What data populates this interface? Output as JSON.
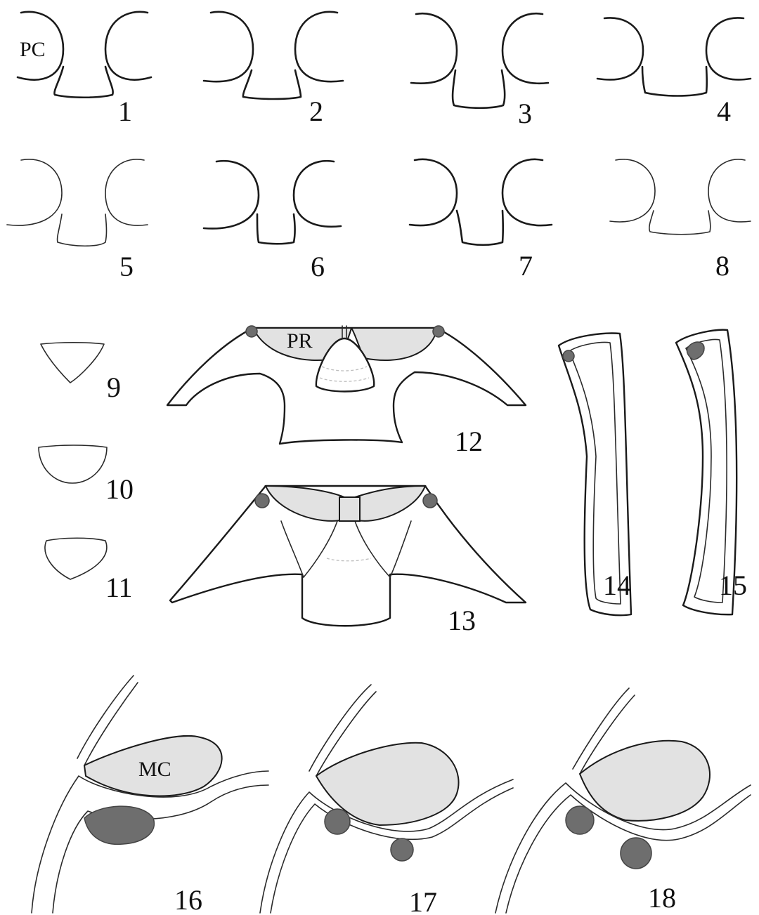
{
  "figure_numbers": [
    "1",
    "2",
    "3",
    "4",
    "5",
    "6",
    "7",
    "8",
    "9",
    "10",
    "11",
    "12",
    "13",
    "14",
    "15",
    "16",
    "17",
    "18"
  ],
  "abbreviations": {
    "pc": "PC",
    "pr": "PR",
    "mc": "MC"
  },
  "colors": {
    "line": "#1a1a1a",
    "light_fill": "#e2e2e2",
    "dark_fill": "#6e6e6e",
    "background": "#ffffff"
  }
}
